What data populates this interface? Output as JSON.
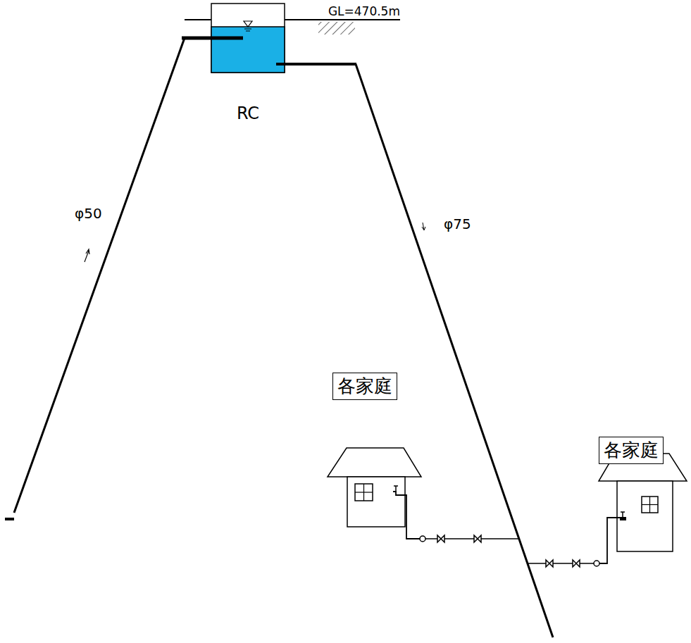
{
  "diagram": {
    "nodes": [
      {
        "text": [
          "RC"
        ]
      },
      {
        "text": [
          "各家庭"
        ]
      },
      {
        "text": [
          "各家庭"
        ]
      }
    ],
    "labels": [
      "GL=470.5m",
      "φ50",
      "φ75"
    ]
  }
}
